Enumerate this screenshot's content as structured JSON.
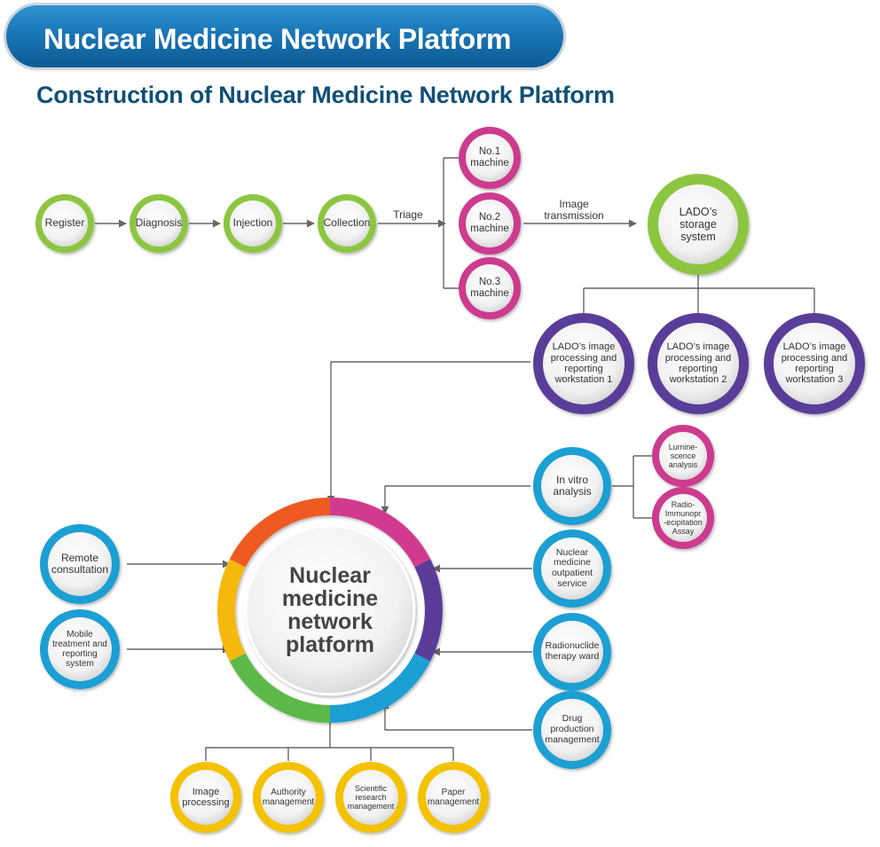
{
  "header": {
    "banner_title": "Nuclear Medicine Network Platform",
    "subtitle": "Construction of Nuclear Medicine Network Platform"
  },
  "colors": {
    "green": "#8cc63f",
    "magenta": "#cc3a8e",
    "purple": "#5a3d99",
    "blue": "#1b9fd3",
    "yellow": "#f3c200",
    "line": "#666666",
    "banner": "#1976b6",
    "title": "#0f4f78"
  },
  "workflow": {
    "register": "Register",
    "diagnosis": "Diagnosis",
    "injection": "Injection",
    "collection": "Collection",
    "triage_label": "Triage",
    "image_transmission_label": "Image\ntransmission"
  },
  "machines": {
    "machine1": "No.1\nmachine",
    "machine2": "No.2\nmachine",
    "machine3": "No.3\nmachine"
  },
  "storage": {
    "label": "LADO’s\nstorage\nsystem"
  },
  "workstations": {
    "ws1": "LADO’s image\nprocessing and\nreporting\nworkstation 1",
    "ws2": "LADO’s image\nprocessing and\nreporting\nworkstation 2",
    "ws3": "LADO’s image\nprocessing and\nreporting\nworkstation 3"
  },
  "center": {
    "label": "Nuclear\nmedicine\nnetwork\nplatform"
  },
  "left_services": {
    "remote": "Remote\nconsultation",
    "mobile": "Mobile\ntreatment and\nreporting\nsystem"
  },
  "right_services": {
    "in_vitro": "In vitro\nanalysis",
    "luminescence": "Lumine-\nscence\nanalysis",
    "radioimmuno": "Radio-\nImmunopr\n-ecipitation\nAssay",
    "outpatient": "Nuclear\nmedicine\noutpatient\nservice",
    "therapy_ward": "Radionuclide\ntherapy ward",
    "drug_production": "Drug\nproduction\nmanagement"
  },
  "bottom_services": {
    "image_processing": "Image\nprocessing",
    "authority": "Authority\nmanagement",
    "scientific": "Scientific\nresearch\nmanagement",
    "paper": "Paper\nmanagement"
  }
}
